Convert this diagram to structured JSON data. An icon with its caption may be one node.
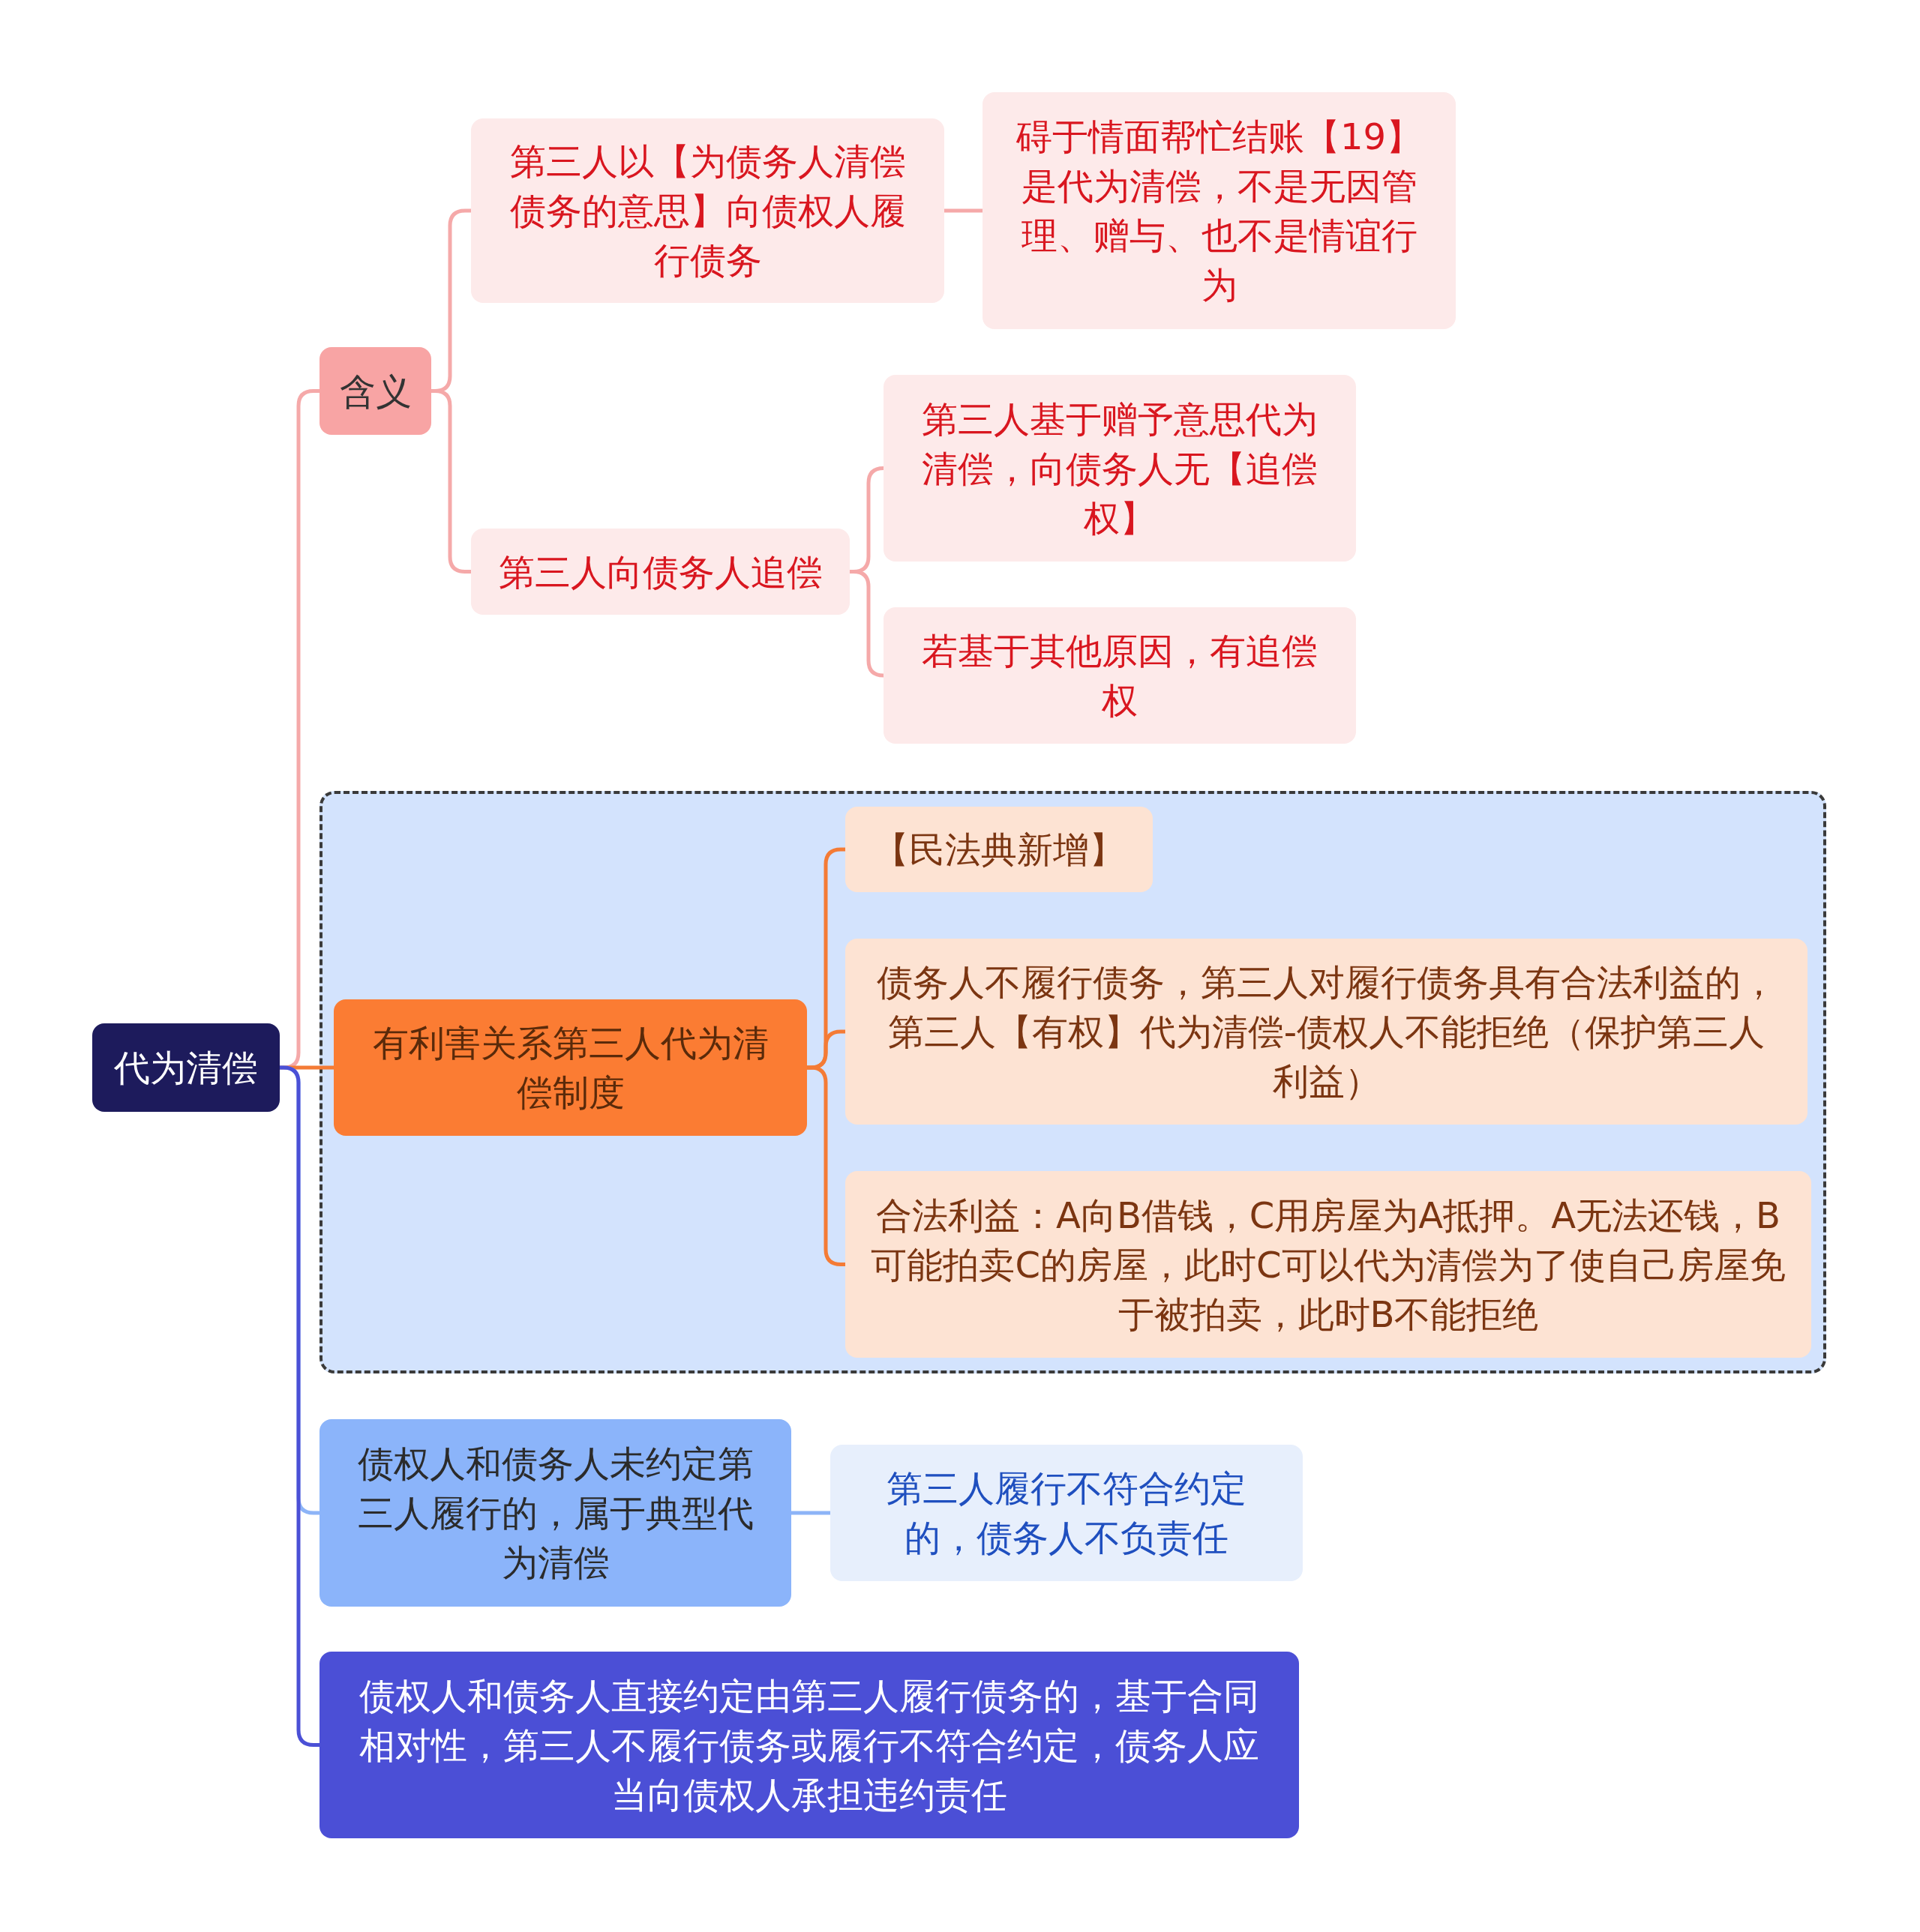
{
  "diagram": {
    "nodes": [
      {
        "text": [
          "代为清偿"
        ]
      },
      {
        "text": [
          "含义"
        ]
      },
      {
        "text": [
          "第三人以【为债务人清偿债务的意思】向债权人履行债务"
        ]
      },
      {
        "text": [
          "碍于情面帮忙结账【19】是代为清偿，不是无因管理、赠与、也不是情谊行为"
        ]
      },
      {
        "text": [
          "第三人向债务人追偿"
        ]
      },
      {
        "text": [
          "第三人基于赠予意思代为清偿，向债务人无【追偿权】"
        ]
      },
      {
        "text": [
          "若基于其他原因，有追偿权"
        ]
      },
      {
        "text": [],
        "shape": "box"
      },
      {
        "text": [
          "有利害关系第三人代为清偿制度"
        ],
        "in": 7
      },
      {
        "text": [
          "【民法典新增】"
        ],
        "in": 7
      },
      {
        "text": [
          "债务人不履行债务，第三人对履行债务具有合法利益的，第三人【有权】代为清偿-债权人不能拒绝（保护第三人利益）"
        ],
        "in": 7
      },
      {
        "text": [
          "合法利益：A向B借钱，C用房屋为A抵押。A无法还钱，B可能拍卖C的房屋，此时C可以代为清偿为了使自己房屋免于被拍卖，此时B不能拒绝"
        ],
        "in": 7
      },
      {
        "text": [
          "债权人和债务人未约定第三人履行的，属于典型代为清偿"
        ]
      },
      {
        "text": [
          "第三人履行不符合约定的，债务人不负责任"
        ]
      },
      {
        "text": [
          "债权人和债务人直接约定由第三人履行债务的，基于合同相对性，第三人不履行债务或履行不符合约定，债务人应当向债权人承担违约责任"
        ]
      }
    ],
    "edges": [
      {
        "from": 0,
        "to": 1,
        "arrow": "none"
      },
      {
        "from": 1,
        "to": 2,
        "arrow": "none"
      },
      {
        "from": 1,
        "to": 4,
        "arrow": "none"
      },
      {
        "from": 2,
        "to": 3,
        "arrow": "none"
      },
      {
        "from": 4,
        "to": 5,
        "arrow": "none"
      },
      {
        "from": 4,
        "to": 6,
        "arrow": "none"
      },
      {
        "from": 0,
        "to": 8,
        "arrow": "none",
        "color": "#f47b35"
      },
      {
        "from": 8,
        "to": 9,
        "arrow": "none",
        "color": "#f47b35"
      },
      {
        "from": 8,
        "to": 10,
        "arrow": "none",
        "color": "#f47b35"
      },
      {
        "from": 8,
        "to": 11,
        "arrow": "none",
        "color": "#f47b35"
      },
      {
        "from": 0,
        "to": 12,
        "arrow": "none",
        "color": "#8db4f7"
      },
      {
        "from": 12,
        "to": 13,
        "arrow": "none",
        "color": "#8db4f7"
      },
      {
        "from": 0,
        "to": 14,
        "arrow": "none",
        "color": "#4b50d6"
      }
    ]
  }
}
